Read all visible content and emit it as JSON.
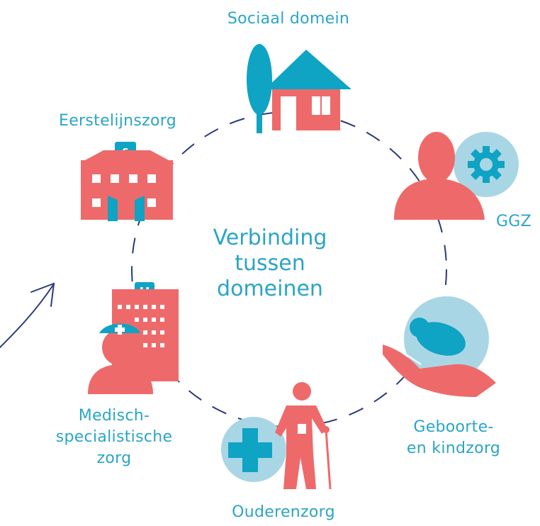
{
  "center": {
    "line1": "Verbinding",
    "line2": "tussen",
    "line3": "domeinen"
  },
  "nodes": {
    "sociaal": {
      "label": "Sociaal domein",
      "icon": "house-and-tree-icon"
    },
    "ggz": {
      "label": "GGZ",
      "icon": "person-with-gear-icon"
    },
    "geboorte": {
      "line1": "Geboorte-",
      "line2": "en kindzorg",
      "icon": "hand-holding-baby-icon"
    },
    "ouderen": {
      "label": "Ouderenzorg",
      "icon": "elderly-person-with-cane-icon"
    },
    "medisch": {
      "line1": "Medisch-",
      "line2": "specialistische",
      "line3": "zorg",
      "icon": "hospital-and-nurse-icon"
    },
    "eerste": {
      "label": "Eerstelijnszorg",
      "icon": "clinic-building-icon"
    }
  },
  "colors": {
    "label": "#2aa5c6",
    "icon_red": "#ee6a6a",
    "icon_blue": "#0fa3c4",
    "light_blue": "#a9d6e5",
    "dash_navy": "#2b3a78"
  }
}
